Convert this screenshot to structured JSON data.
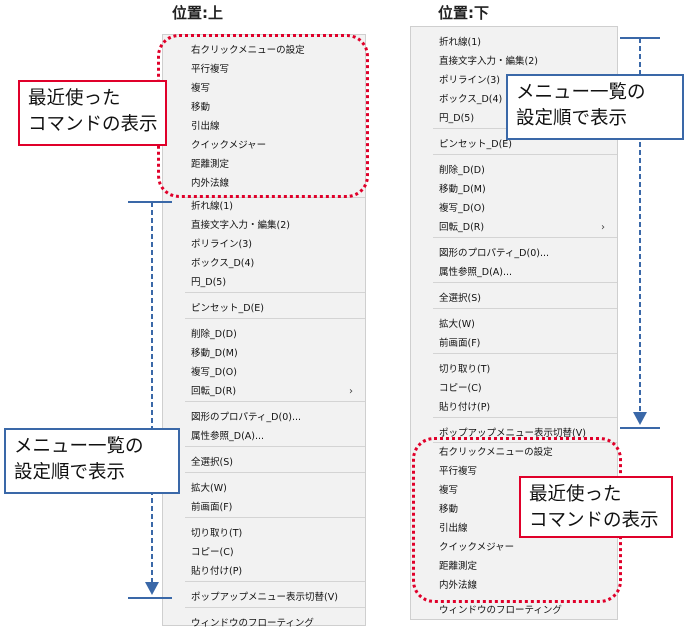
{
  "left": {
    "heading": "位置:上",
    "recent_items": [
      "右クリックメニューの設定",
      "平行複写",
      "複写",
      "移動",
      "引出線",
      "クイックメジャー",
      "距離測定",
      "内外法線"
    ],
    "groups": [
      [
        "折れ線(1)",
        "直接文字入力・編集(2)",
        "ポリライン(3)",
        "ボックス_D(4)",
        "円_D(5)"
      ],
      [
        "ピンセット_D(E)"
      ],
      [
        "削除_D(D)",
        "移動_D(M)",
        "複写_D(O)",
        "回転_D(R)"
      ],
      [
        "図形のプロパティ_D(0)...",
        "属性参照_D(A)..."
      ],
      [
        "全選択(S)"
      ],
      [
        "拡大(W)",
        "前画面(F)"
      ],
      [
        "切り取り(T)",
        "コピー(C)",
        "貼り付け(P)"
      ],
      [
        "ポップアップメニュー表示切替(V)"
      ],
      [
        "ウィンドウのフローティング"
      ]
    ],
    "callout_recent": [
      "最近使った",
      "コマンドの表示"
    ],
    "callout_order": [
      "メニュー一覧の",
      "設定順で表示"
    ]
  },
  "right": {
    "heading": "位置:下",
    "groups": [
      [
        "折れ線(1)",
        "直接文字入力・編集(2)",
        "ポリライン(3)",
        "ボックス_D(4)",
        "円_D(5)"
      ],
      [
        "ピンセット_D(E)"
      ],
      [
        "削除_D(D)",
        "移動_D(M)",
        "複写_D(O)",
        "回転_D(R)"
      ],
      [
        "図形のプロパティ_D(0)...",
        "属性参照_D(A)..."
      ],
      [
        "全選択(S)"
      ],
      [
        "拡大(W)",
        "前画面(F)"
      ],
      [
        "切り取り(T)",
        "コピー(C)",
        "貼り付け(P)"
      ],
      [
        "ポップアップメニュー表示切替(V)"
      ]
    ],
    "recent_items": [
      "右クリックメニューの設定",
      "平行複写",
      "複写",
      "移動",
      "引出線",
      "クイックメジャー",
      "距離測定",
      "内外法線"
    ],
    "last_item": "ウィンドウのフローティング",
    "callout_order": [
      "メニュー一覧の",
      "設定順で表示"
    ],
    "callout_recent": [
      "最近使った",
      "コマンドの表示"
    ]
  },
  "submenu_chevron": "›",
  "colors": {
    "recent_highlight": "#e0002a",
    "order_arrow": "#3a68a8"
  }
}
